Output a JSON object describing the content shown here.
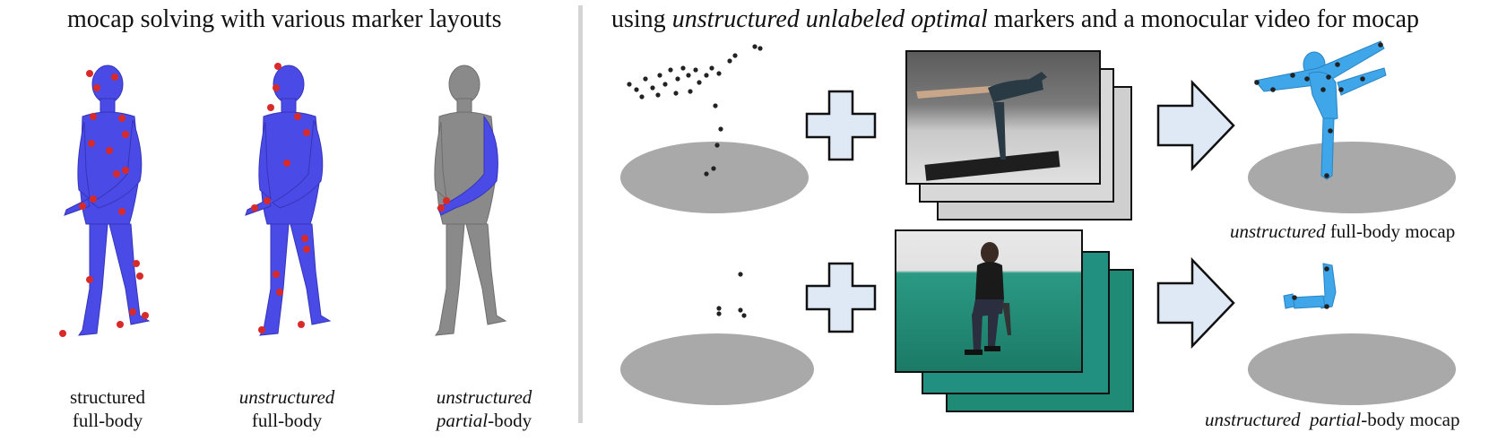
{
  "left_panel": {
    "title": "mocap solving with various marker layouts",
    "figures": [
      {
        "caption_line1_em": "",
        "caption_line1": "structured",
        "caption_line2_em": "",
        "caption_line2": "full-body"
      },
      {
        "caption_line1_em": "unstructured",
        "caption_line1": "",
        "caption_line2_em": "",
        "caption_line2": "full-body"
      },
      {
        "caption_line1_em": "unstructured",
        "caption_line1": "",
        "caption_line2_em": "partial",
        "caption_line2": "-body"
      }
    ]
  },
  "right_panel": {
    "title_pre": "using ",
    "title_em": "unstructured unlabeled optimal",
    "title_post": " markers and a monocular video for mocap",
    "row1_caption_em": "unstructured",
    "row1_caption": " full-body mocap",
    "row2_caption_em": "unstructured  partial",
    "row2_caption": "-body mocap"
  },
  "colors": {
    "body_blue": "#4a4ae6",
    "body_gray": "#8a8a8a",
    "marker_red": "#d92a2a",
    "result_blue": "#3fa6ea",
    "arrow_fill": "#dfe9f5",
    "floor_gray": "#a9a9a9"
  }
}
